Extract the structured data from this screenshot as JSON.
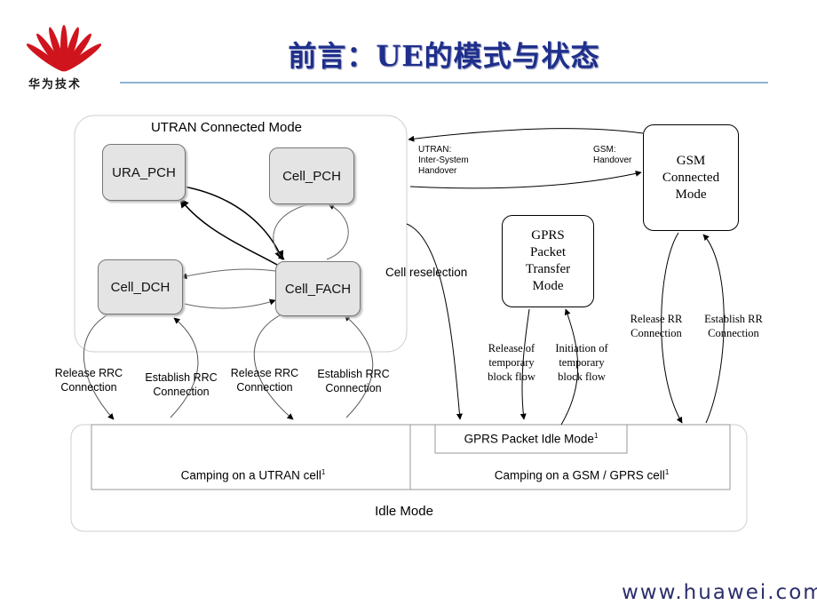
{
  "header": {
    "title": "前言：UE的模式与状态",
    "logo_text": "华为技术"
  },
  "footer": {
    "website": "www.huawei.com"
  },
  "colors": {
    "title": "#1f2f8c",
    "rule": "#8fb3d3",
    "logo_red": "#d0141e",
    "state_fill": "#e4e4e4"
  },
  "diagram": {
    "utran_mode_label": "UTRAN Connected Mode",
    "states": {
      "ura_pch": "URA_PCH",
      "cell_pch": "Cell_PCH",
      "cell_dch": "Cell_DCH",
      "cell_fach": "Cell_FACH"
    },
    "gsm_box": [
      "GSM",
      "Connected",
      "Mode"
    ],
    "gprs_box": [
      "GPRS",
      "Packet",
      "Transfer",
      "Mode"
    ],
    "handover": {
      "utran": [
        "UTRAN:",
        "Inter-System",
        "Handover"
      ],
      "gsm": [
        "GSM:",
        "Handover"
      ]
    },
    "cell_reselection": "Cell reselection",
    "rrc_labels": {
      "release_1": [
        "Release RRC",
        "Connection"
      ],
      "establish_1": [
        "Establish RRC",
        "Connection"
      ],
      "release_2": [
        "Release RRC",
        "Connection"
      ],
      "establish_2": [
        "Establish RRC",
        "Connection"
      ]
    },
    "rr_labels": {
      "release": [
        "Release RR",
        "Connection"
      ],
      "establish": [
        "Establish RR",
        "Connection"
      ]
    },
    "tbf_labels": {
      "release": [
        "Release of",
        "temporary",
        "block flow"
      ],
      "initiation": [
        "Initiation of",
        "temporary",
        "block flow"
      ]
    },
    "idle": {
      "gprs_packet_idle": "GPRS Packet Idle Mode",
      "camping_utran": "Camping on a UTRAN cell",
      "camping_gsm": "Camping on a GSM / GPRS cell",
      "footnote_mark": "1",
      "idle_mode": "Idle Mode"
    }
  }
}
